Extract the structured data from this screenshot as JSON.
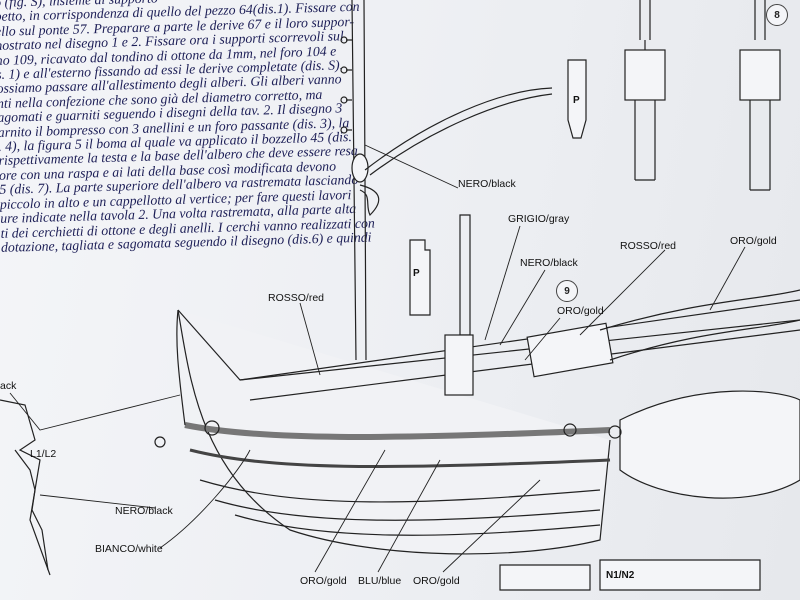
{
  "instructions": {
    "lines": [
      "o (fig. S), insieme al supporto",
      "petto, in corrispondenza di quello del pezzo 64(dis.1). Fissare con",
      "ello sul ponte 57. Preparare a parte le derive 67 e il loro suppor-",
      "nostrato nel disegno 1 e 2. Fissare ora i supporti scorrevoli sul",
      "no 109, ricavato dal tondino di ottone da 1mm, nel foro 104 e",
      "s. 1) e all'esterno fissando ad essi le derive completate (dis. S).",
      "ossiamo passare all'allestimento degli alberi. Gli alberi vanno",
      "nti nella confezione che sono già del diametro corretto, ma",
      "agomati e guarniti seguendo i disegni della tav. 2. Il disegno 3",
      "arnito il bompresso con 3 anellini e un foro passante (dis. 3), la",
      ". 4), la figura 5 il boma al quale va applicato il bozzello 45 (dis.",
      " rispettivamente la testa e la base dell'albero che deve essere resa",
      "ore con una raspa e ai lati della base così modificata devono",
      "5 (dis. 7). La parte superiore dell'albero va rastremata lasciando",
      " piccolo in alto e un cappellotto al vertice; per fare questi lavori",
      "ure indicate nella tavola 2. Una volta rastremata, alla parte alta",
      "ti dei cerchietti di ottone e degli anelli. I cerchi vanno realizzati con",
      "dotazione, tagliata e sagomata seguendo il disegno (dis.6) e quindi"
    ]
  },
  "diagram": {
    "labels": {
      "nero_black_mast": "NERO/black",
      "grigio_gray": "GRIGIO/gray",
      "nero_black_deck": "NERO/black",
      "rosso_red_cabin": "ROSSO/red",
      "oro_gold_rail": "ORO/gold",
      "oro_gold_mid": "ORO/gold",
      "rosso_red_bow": "ROSSO/red",
      "black_cut": "ack",
      "l1_l2": "L1/L2",
      "nero_black_hull": "NERO/black",
      "bianco_white": "BIANCO/white",
      "oro_gold_bottom1": "ORO/gold",
      "blu_blue": "BLU/blue",
      "oro_gold_bottom2": "ORO/gold",
      "n1_n2": "N1/N2",
      "p_top": "P",
      "p_mid": "P"
    },
    "figure_numbers": {
      "fig8": "8",
      "fig9": "9"
    }
  }
}
